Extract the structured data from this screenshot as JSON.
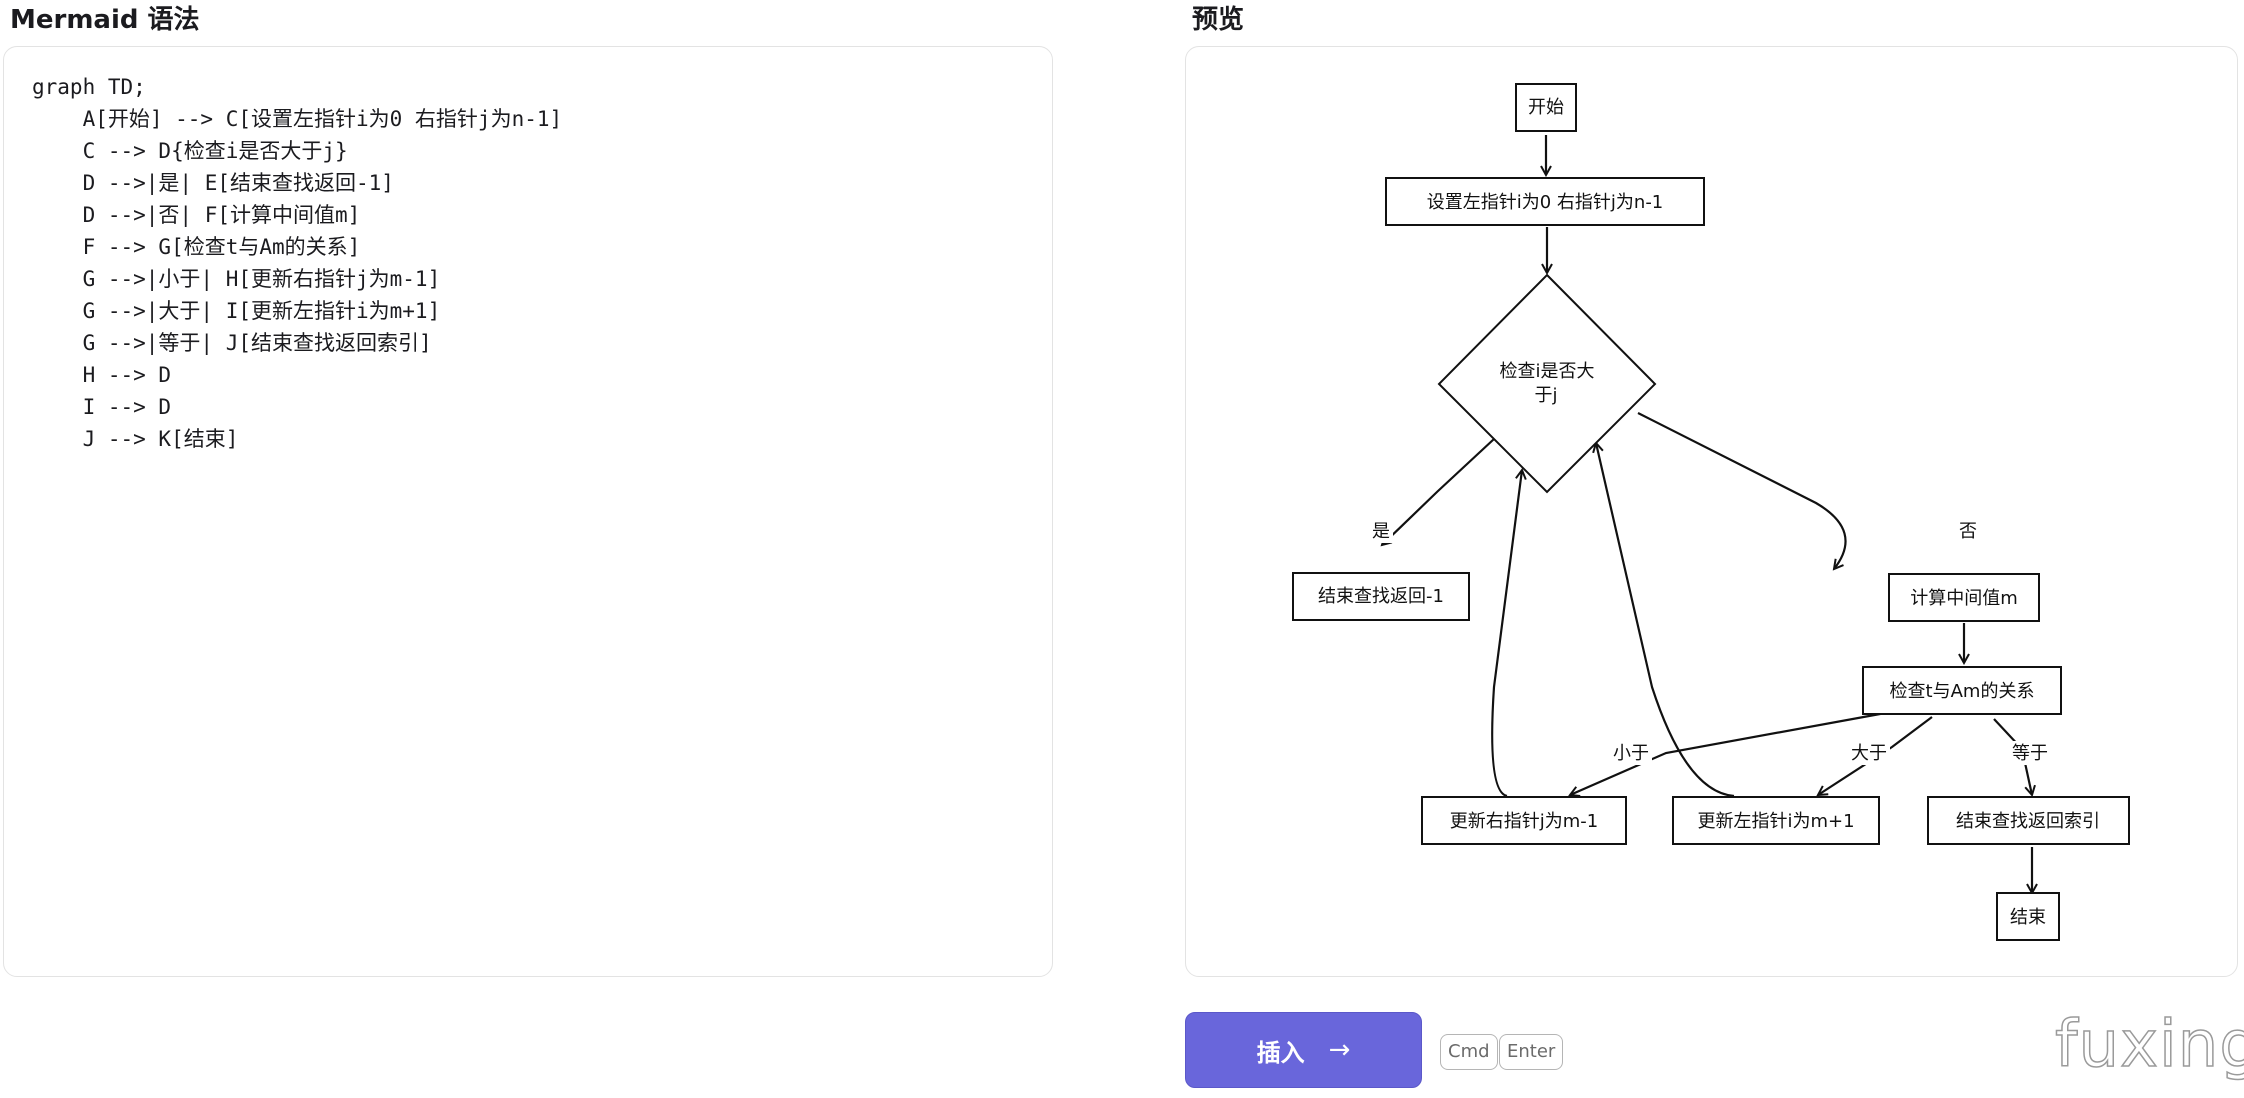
{
  "editor": {
    "title": "Mermaid 语法",
    "code": "graph TD;\n    A[开始] --> C[设置左指针i为0 右指针j为n-1]\n    C --> D{检查i是否大于j}\n    D -->|是| E[结束查找返回-1]\n    D -->|否| F[计算中间值m]\n    F --> G[检查t与Am的关系]\n    G -->|小于| H[更新右指针j为m-1]\n    G -->|大于| I[更新左指针i为m+1]\n    G -->|等于| J[结束查找返回索引]\n    H --> D\n    I --> D\n    J --> K[结束]"
  },
  "preview": {
    "title": "预览",
    "nodes": {
      "A": "开始",
      "C": "设置左指针i为0 右指针j为n-1",
      "D_line1": "检查i是否大",
      "D_line2": "于j",
      "E": "结束查找返回-1",
      "F": "计算中间值m",
      "G": "检查t与Am的关系",
      "H": "更新右指针j为m-1",
      "I": "更新左指针i为m+1",
      "J": "结束查找返回索引",
      "K": "结束"
    },
    "edge_labels": {
      "yes": "是",
      "no": "否",
      "less": "小于",
      "greater": "大于",
      "equal": "等于"
    }
  },
  "actions": {
    "insert_label": "插入",
    "insert_arrow": "→",
    "shortcut_cmd": "Cmd",
    "shortcut_enter": "Enter"
  },
  "watermark": "fuxing"
}
